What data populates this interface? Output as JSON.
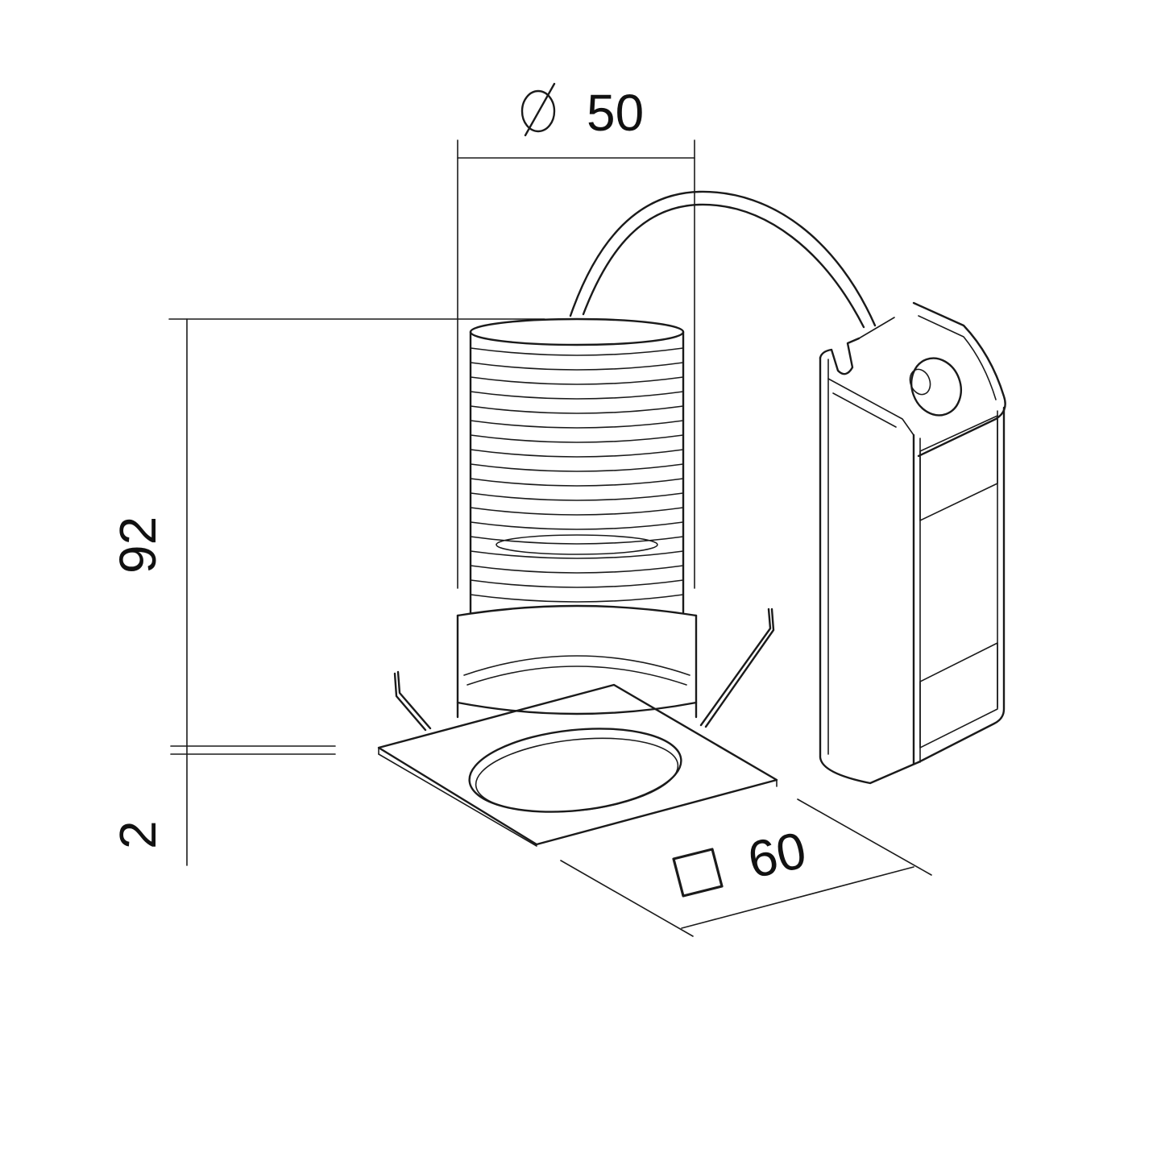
{
  "dimensions": {
    "diameter": {
      "symbol": "⌀",
      "value": "50"
    },
    "height": {
      "value": "92"
    },
    "flange": {
      "value": "2"
    },
    "square": {
      "symbol": "□",
      "value": "60"
    }
  },
  "colors": {
    "line": "#1a1a1a",
    "background": "#ffffff"
  }
}
